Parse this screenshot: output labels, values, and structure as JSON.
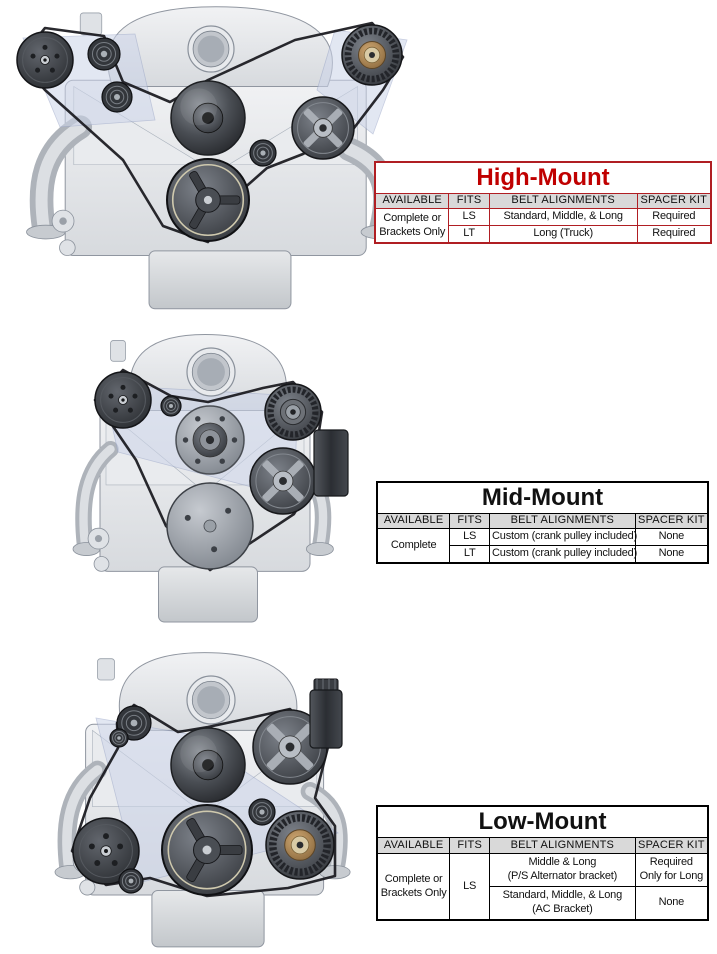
{
  "theme": {
    "page_bg": "#FFFFFF",
    "high_mount_red": "#B01E23",
    "title_red": "#C00000",
    "header_bg": "#D9D9D9",
    "table_black": "#000000",
    "alternator_hub_tan": "#B08D57"
  },
  "tables": [
    {
      "title": "High-Mount",
      "columns": [
        "AVAILABLE",
        "FITS",
        "BELT ALIGNMENTS",
        "SPACER KIT"
      ],
      "rows": [
        {
          "available": "Complete or Brackets Only",
          "fits": "LS",
          "belt": "Standard, Middle, & Long",
          "spacer": "Required"
        },
        {
          "fits": "LT",
          "belt": "Long (Truck)",
          "spacer": "Required"
        }
      ]
    },
    {
      "title": "Mid-Mount",
      "columns": [
        "AVAILABLE",
        "FITS",
        "BELT ALIGNMENTS",
        "SPACER KIT"
      ],
      "rows": [
        {
          "available": "Complete",
          "fits": "LS",
          "belt": "Custom (crank pulley included)",
          "spacer": "None"
        },
        {
          "fits": "LT",
          "belt": "Custom (crank pulley included)",
          "spacer": "None"
        }
      ]
    },
    {
      "title": "Low-Mount",
      "columns": [
        "AVAILABLE",
        "FITS",
        "BELT ALIGNMENTS",
        "SPACER KIT"
      ],
      "rows": [
        {
          "available": "Complete or Brackets Only",
          "fits": "LS",
          "belt": [
            "Middle & Long",
            "(P/S Alternator bracket)"
          ],
          "spacer": "Required Only for Long"
        },
        {
          "belt": [
            "Standard, Middle, & Long",
            "(AC Bracket)"
          ],
          "spacer": "None"
        }
      ]
    }
  ]
}
